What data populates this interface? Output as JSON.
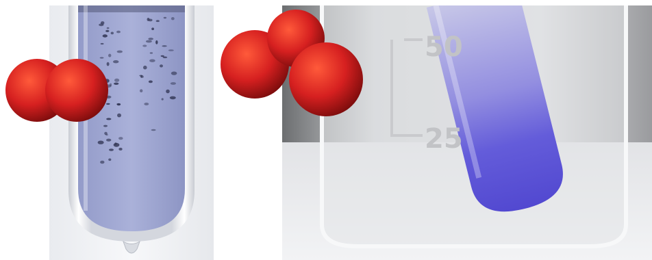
{
  "figure": {
    "left_photo": {
      "subject": "test-tube-with-bubbles"
    },
    "right_photo": {
      "subject": "beaker-with-test-tube",
      "graduation_labels": [
        "50",
        "25"
      ]
    },
    "molecules": [
      {
        "name": "oxygen-molecule",
        "atoms": 2
      },
      {
        "name": "ozone-molecule",
        "atoms": 3
      }
    ],
    "colors": {
      "atom": "#d62020",
      "liquid_left": "#a9b0d8",
      "liquid_right": "#5a52d8"
    }
  }
}
